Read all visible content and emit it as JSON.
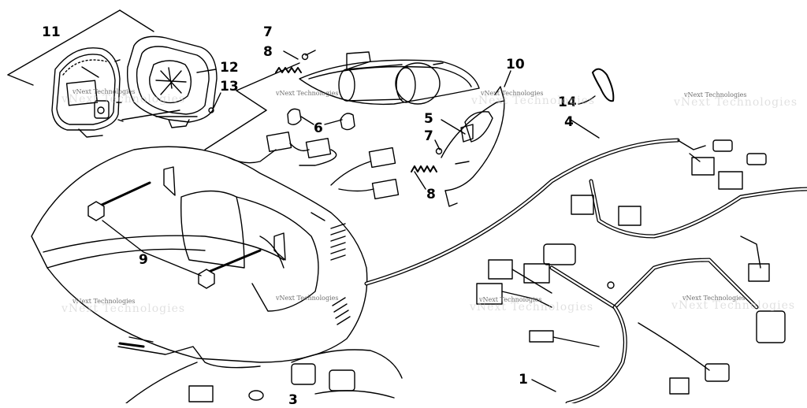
{
  "callouts": {
    "n1": "1",
    "n3": "3",
    "n4": "4",
    "n5": "5",
    "n6": "6",
    "n7a": "7",
    "n7b": "7",
    "n8a": "8",
    "n8b": "8",
    "n9": "9",
    "n10": "10",
    "n11": "11",
    "n12": "12",
    "n13": "13",
    "n14": "14"
  },
  "watermark": {
    "text": "vNext Technologies"
  },
  "colors": {
    "line": "#000000",
    "watermark": "#c9c9c9"
  }
}
